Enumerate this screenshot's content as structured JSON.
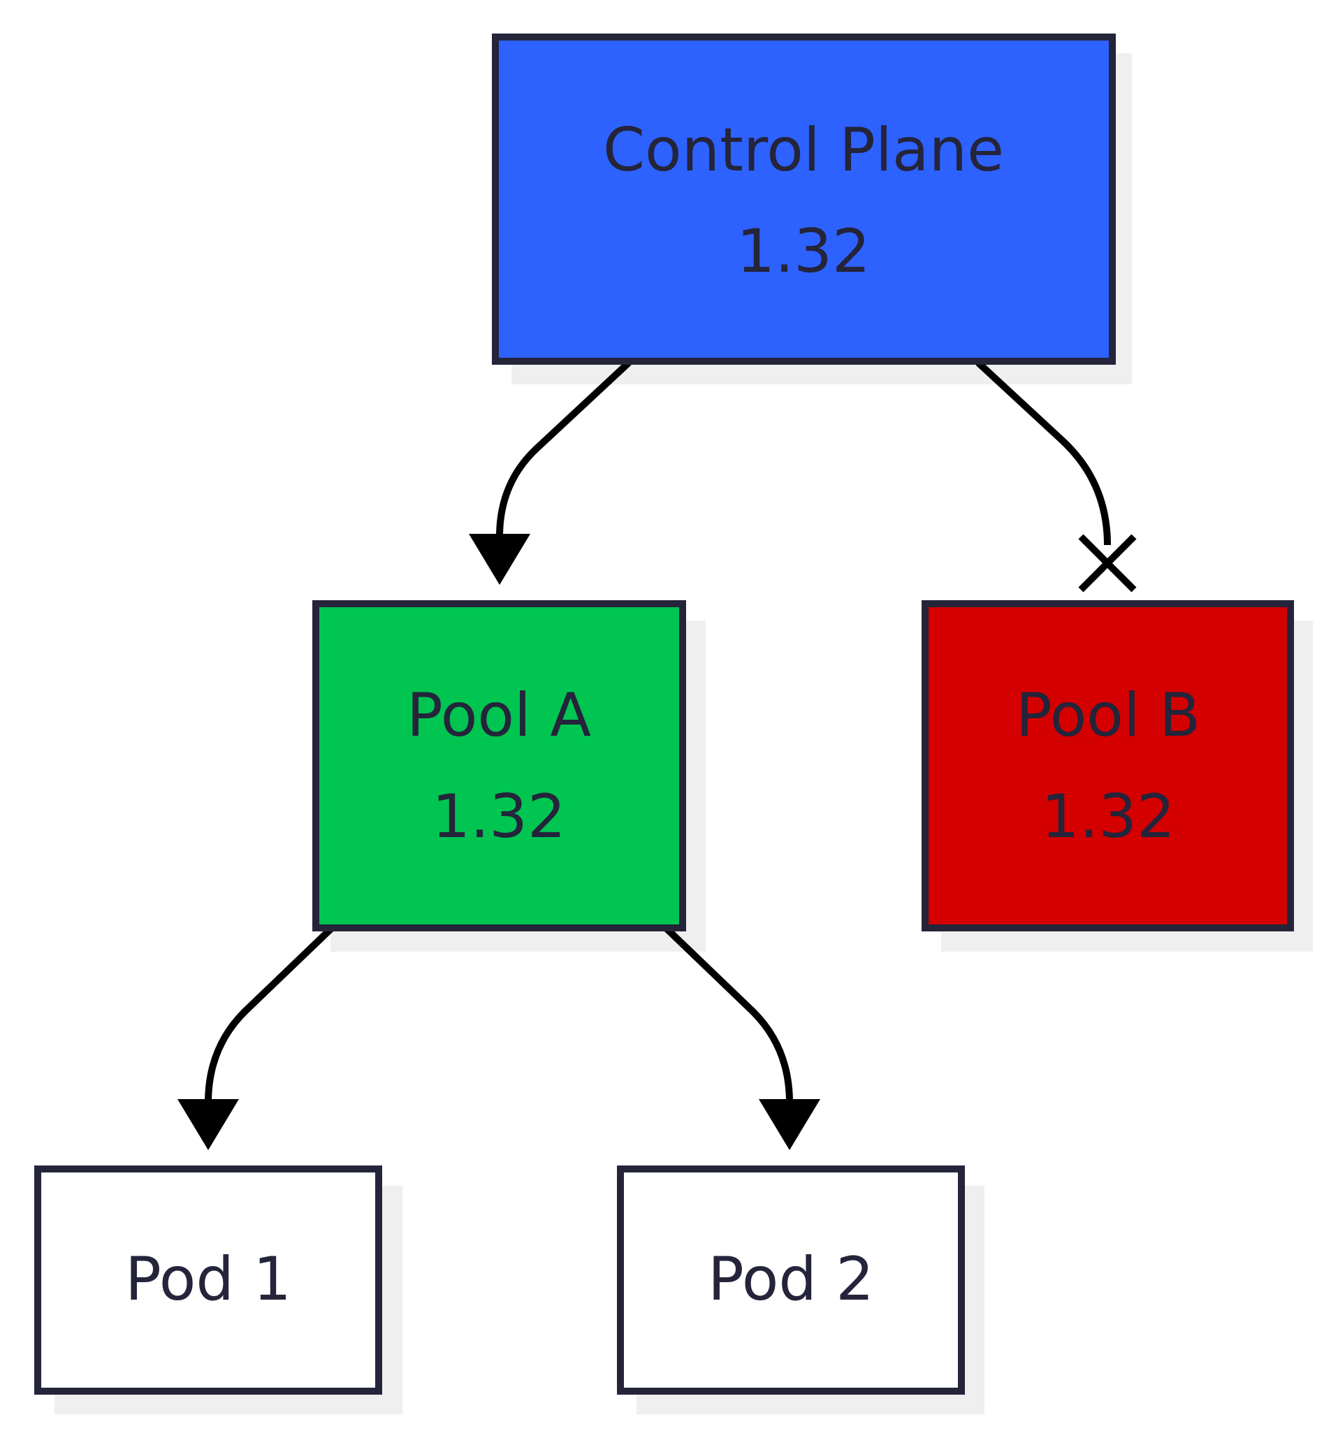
{
  "diagram": {
    "nodes": {
      "control_plane": {
        "title": "Control Plane",
        "version": "1.32"
      },
      "pool_a": {
        "title": "Pool A",
        "version": "1.32"
      },
      "pool_b": {
        "title": "Pool B",
        "version": "1.32"
      },
      "pod_1": {
        "title": "Pod 1"
      },
      "pod_2": {
        "title": "Pod 2"
      }
    },
    "edges": [
      {
        "from": "control_plane",
        "to": "pool_a",
        "end": "arrow"
      },
      {
        "from": "control_plane",
        "to": "pool_b",
        "end": "cross"
      },
      {
        "from": "pool_a",
        "to": "pod_1",
        "end": "arrow"
      },
      {
        "from": "pool_a",
        "to": "pod_2",
        "end": "arrow"
      }
    ]
  },
  "colors": {
    "control_plane_fill": "#2e62ff",
    "pool_a_fill": "#00c551",
    "pool_b_fill": "#d40000",
    "pod_fill": "#ffffff",
    "node_border": "#24243a",
    "text": "#24243a",
    "shadow": "#efefef",
    "edge": "#000000"
  }
}
